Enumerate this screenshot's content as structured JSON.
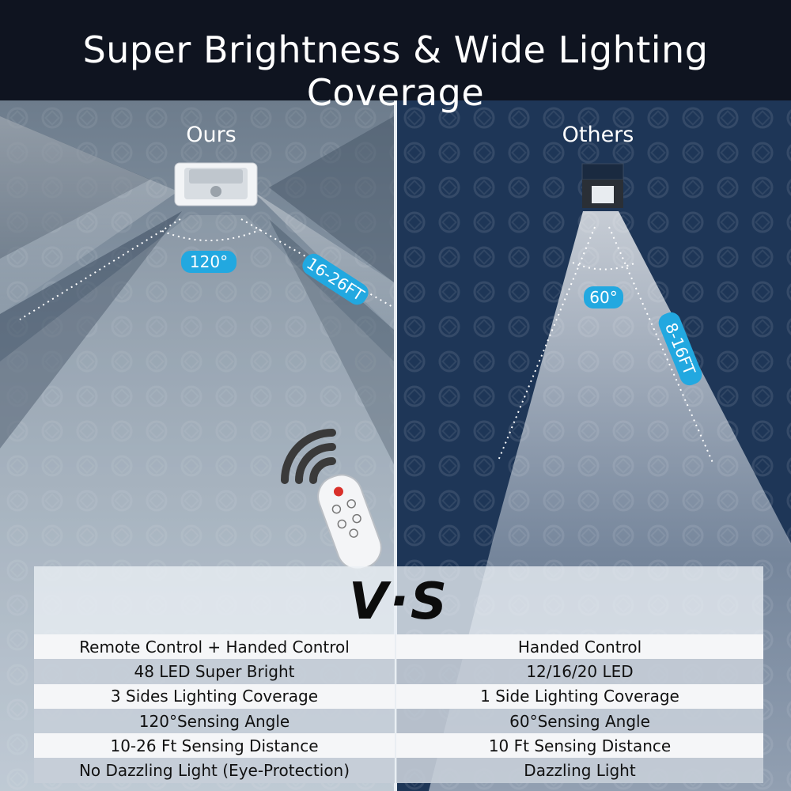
{
  "header": {
    "title": "Super Brightness & Wide Lighting Coverage"
  },
  "left_panel": {
    "label": "Ours",
    "angle_badge": "120°",
    "distance_badge": "16-26FT"
  },
  "right_panel": {
    "label": "Others",
    "angle_badge": "60°",
    "distance_badge": "8-16FT"
  },
  "vs": {
    "text": "V·S"
  },
  "comparison": {
    "rows": [
      {
        "ours": "Remote Control + Handed Control",
        "others": "Handed Control"
      },
      {
        "ours": "48 LED Super Bright",
        "others": "12/16/20 LED"
      },
      {
        "ours": "3 Sides Lighting Coverage",
        "others": "1 Side Lighting Coverage"
      },
      {
        "ours": "120°Sensing Angle",
        "others": "60°Sensing Angle"
      },
      {
        "ours": "10-26 Ft Sensing Distance",
        "others": "10 Ft Sensing Distance"
      },
      {
        "ours": "No Dazzling Light (Eye-Protection)",
        "others": "Dazzling Light"
      }
    ]
  },
  "colors": {
    "badge": "#22a8e0",
    "header_bg": "#0f1420",
    "wall_dark": "#1e3657"
  }
}
